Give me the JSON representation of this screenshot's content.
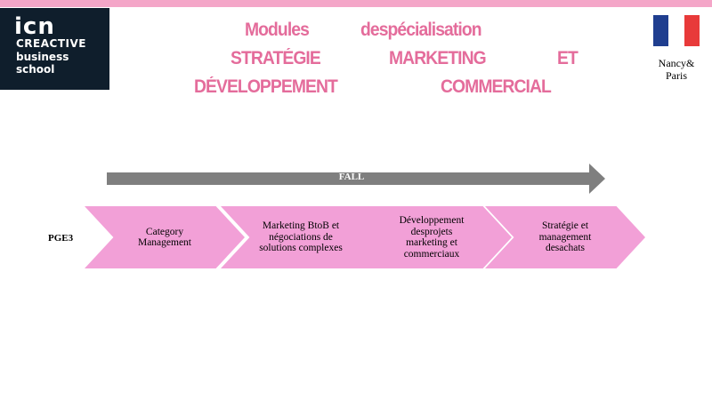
{
  "header": {
    "logo": {
      "line0": "icn",
      "line1": "CREACTIVE",
      "line2": "business",
      "line3": "school"
    },
    "title": {
      "w1": "Modules",
      "w2": "despécialisation",
      "w3": "STRATÉGIE",
      "w4": "MARKETING",
      "w5": "ET",
      "w6": "DÉVELOPPEMENT",
      "w7": "COMMERCIAL"
    },
    "location": {
      "line1": "Nancy&",
      "line2": "Paris"
    },
    "colors": {
      "title": "#e46c9b",
      "topbar": "#f4a6c8",
      "logo_bg": "#0f1e2c"
    }
  },
  "diagram": {
    "timeline_label": "FALL",
    "row_label": "PGE3",
    "modules": [
      {
        "label": "Category Management"
      },
      {
        "label": "Marketing BtoB et négociations de solutions complexes"
      },
      {
        "label": "Développement desprojets marketing et commerciaux"
      },
      {
        "label": "Stratégie et management desachats"
      }
    ],
    "colors": {
      "chevron": "#f2a0d7",
      "arrow": "#7f7f7f"
    }
  }
}
